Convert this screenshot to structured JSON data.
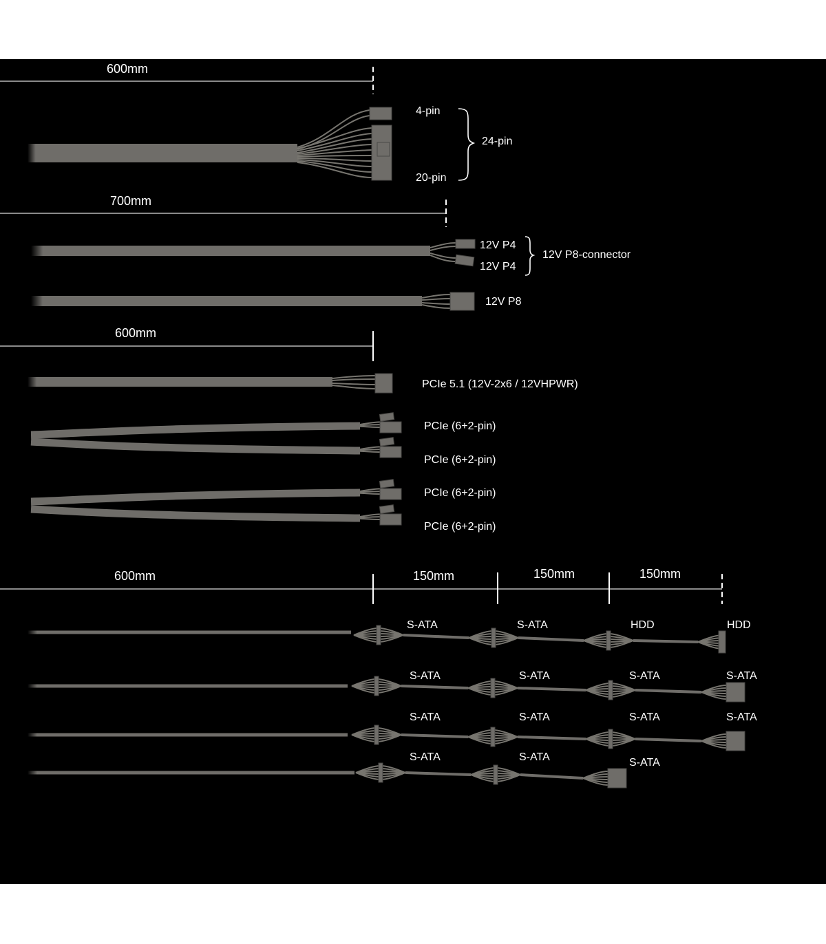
{
  "colors": {
    "background": "#000000",
    "cable": "#6f6d69",
    "text": "#ffffff"
  },
  "atx": {
    "length": "600mm",
    "label_4pin": "4-pin",
    "label_20pin": "20-pin",
    "label_24pin": "24-pin"
  },
  "eps": {
    "length": "700mm",
    "p4_a": "12V P4",
    "p4_b": "12V P4",
    "p8_connector": "12V P8-connector",
    "p8": "12V P8"
  },
  "pcie": {
    "length": "600mm",
    "pcie51": "PCIe 5.1 (12V-2x6 / 12VHPWR)",
    "items": [
      "PCIe (6+2-pin)",
      "PCIe (6+2-pin)",
      "PCIe (6+2-pin)",
      "PCIe (6+2-pin)"
    ]
  },
  "sata": {
    "length": "600mm",
    "segments": [
      "150mm",
      "150mm",
      "150mm"
    ],
    "rows": [
      [
        "S-ATA",
        "S-ATA",
        "HDD",
        "HDD"
      ],
      [
        "S-ATA",
        "S-ATA",
        "S-ATA",
        "S-ATA"
      ],
      [
        "S-ATA",
        "S-ATA",
        "S-ATA",
        "S-ATA"
      ],
      [
        "S-ATA",
        "S-ATA",
        "S-ATA"
      ]
    ]
  }
}
